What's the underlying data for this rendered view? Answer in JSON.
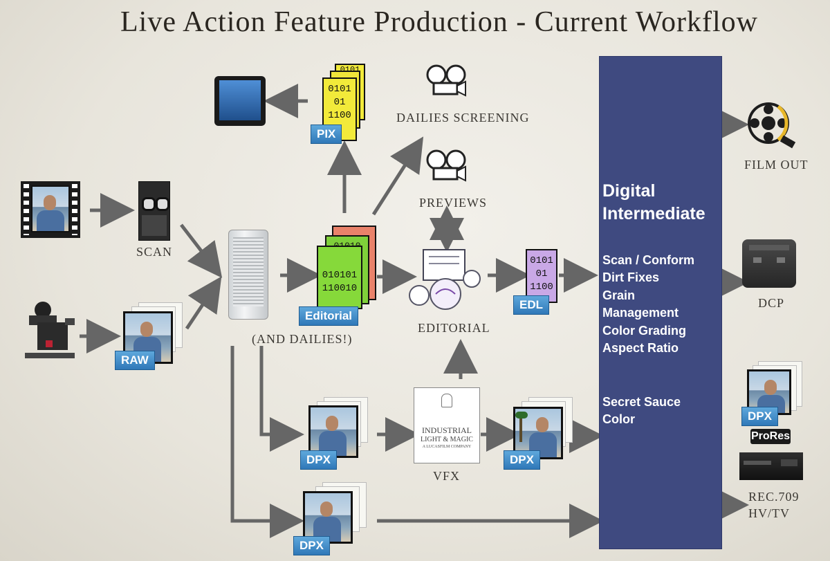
{
  "title": "Live Action Feature Production - Current Workflow",
  "labels": {
    "scan": "SCAN",
    "and_dailies": "(AND DAILIES!)",
    "dailies_screening": "DAILIES SCREENING",
    "previews": "PREVIEWS",
    "editorial": "EDITORIAL",
    "vfx": "VFX",
    "film_out": "FILM OUT",
    "dcp": "DCP",
    "rec709_line1": "REC.709",
    "rec709_line2": "HV/TV"
  },
  "tags": {
    "pix": "PIX",
    "raw": "RAW",
    "editorial": "Editorial",
    "edl": "EDL",
    "dpx": "DPX",
    "prores": "ProRes"
  },
  "cards": {
    "pix_lines": [
      "0101",
      "01",
      "1100"
    ],
    "pix_back_lines": [
      "0101"
    ],
    "editorial_lines": [
      "010101",
      "110010"
    ],
    "editorial_back_lines": [
      "01010"
    ],
    "edl_lines": [
      "0101",
      "01",
      "1100"
    ]
  },
  "ilm": {
    "line1": "INDUSTRIAL",
    "line2": "LIGHT & MAGIC",
    "line3": "A LUCASFILM COMPANY"
  },
  "di": {
    "heading_line1": "Digital",
    "heading_line2": "Intermediate",
    "steps": [
      "Scan / Conform",
      "Dirt Fixes",
      "Grain",
      "Management",
      "Color Grading",
      "Aspect Ratio"
    ],
    "extras": [
      "Secret Sauce",
      "Color"
    ]
  },
  "colors": {
    "di_panel": "#3f4a80",
    "tag_blue": "#2f78b8",
    "arrow": "#666666",
    "pix_yellow": "#f2ea3a",
    "editorial_green": "#86d93a",
    "edl_purple": "#c9a8e6"
  },
  "icons": [
    "film-strip-icon",
    "scanner-icon",
    "camera-rig-icon",
    "mac-pro-icon",
    "ipad-icon",
    "projector-icon",
    "projector-icon",
    "editorial-reel-icon",
    "film-reel-icon",
    "dcp-case-icon",
    "rec709-deck-icon"
  ]
}
